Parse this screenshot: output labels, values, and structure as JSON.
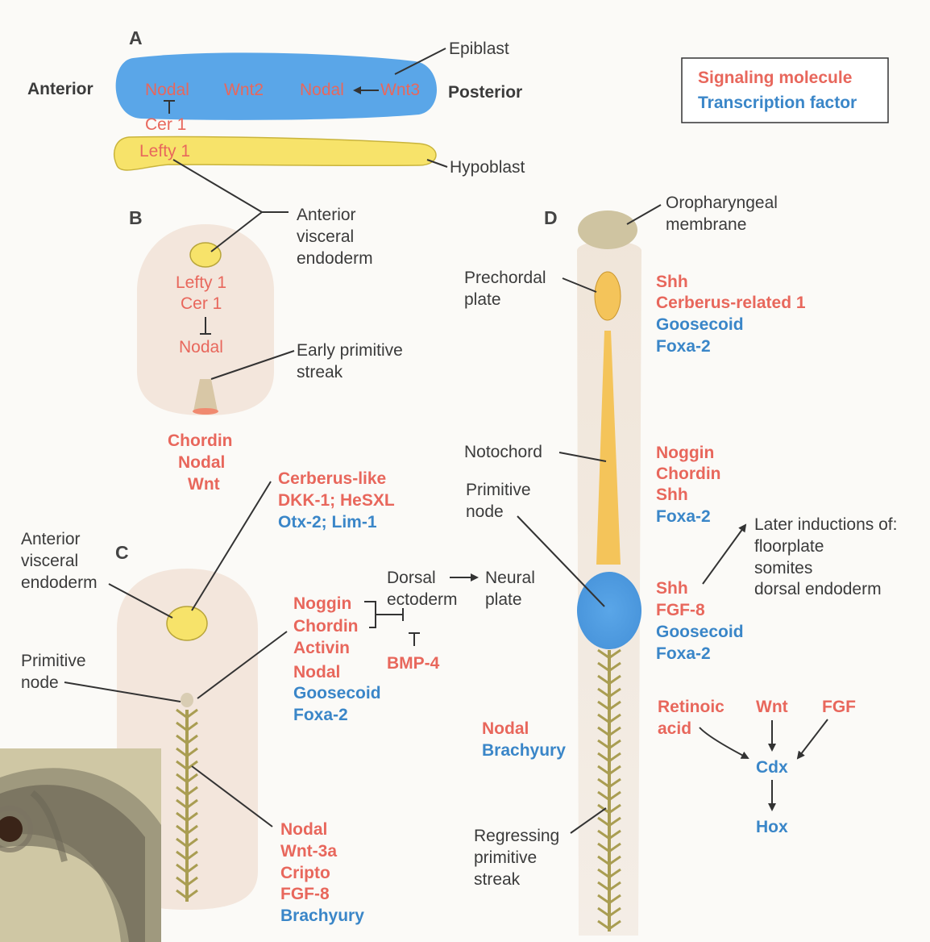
{
  "panels": {
    "a": "A",
    "b": "B",
    "c": "C",
    "d": "D"
  },
  "legend": {
    "signaling": "Signaling molecule",
    "transcription": "Transcription factor"
  },
  "colors": {
    "signaling": "#e8675c",
    "transcription": "#3a86c8",
    "epiblast": "#5aa6e8",
    "hypoblast": "#f7e36a",
    "notochord": "#f4c45a",
    "streak": "#a99d52"
  },
  "a": {
    "anterior": "Anterior",
    "posterior": "Posterior",
    "epiblast": "Epiblast",
    "hypoblast": "Hypoblast",
    "nodal1": "Nodal",
    "wnt2": "Wnt2",
    "nodal2": "Nodal",
    "wnt3": "Wnt3",
    "cer1": "Cer 1",
    "lefty1": "Lefty 1"
  },
  "b": {
    "ave_1": "Anterior",
    "ave_2": "visceral",
    "ave_3": "endoderm",
    "lefty1": "Lefty 1",
    "cer1": "Cer 1",
    "nodal": "Nodal",
    "streak_1": "Early primitive",
    "streak_2": "streak",
    "sig": [
      "Chordin",
      "Nodal",
      "Wnt"
    ]
  },
  "c": {
    "ave_1": "Anterior",
    "ave_2": "visceral",
    "ave_3": "endoderm",
    "top_sig1": "Cerberus-like",
    "top_sig2": "DKK-1; HeSXL",
    "top_tf": "Otx-2; Lim-1",
    "node_1": "Primitive",
    "node_2": "node",
    "node_sig": [
      "Noggin",
      "Chordin",
      "Activin",
      "Nodal"
    ],
    "node_tf": [
      "Goosecoid",
      "Foxa-2"
    ],
    "dorsal": "Dorsal",
    "ectoderm": "ectoderm",
    "neural": "Neural",
    "plate": "plate",
    "bmp4": "BMP-4",
    "streak_sig": [
      "Nodal",
      "Wnt-3a",
      "Cripto",
      "FGF-8"
    ],
    "streak_tf": "Brachyury"
  },
  "d": {
    "oro_1": "Oropharyngeal",
    "oro_2": "membrane",
    "pre_1": "Prechordal",
    "pre_2": "plate",
    "pre_sig": [
      "Shh",
      "Cerberus-related 1"
    ],
    "pre_tf": [
      "Goosecoid",
      "Foxa-2"
    ],
    "notochord": "Notochord",
    "noto_sig": [
      "Noggin",
      "Chordin",
      "Shh"
    ],
    "noto_tf": "Foxa-2",
    "node_1": "Primitive",
    "node_2": "node",
    "node_sig": [
      "Shh",
      "FGF-8"
    ],
    "node_tf": [
      "Goosecoid",
      "Foxa-2"
    ],
    "later": [
      "Later inductions of:",
      "floorplate",
      "somites",
      "dorsal endoderm"
    ],
    "streak_sig": "Nodal",
    "streak_tf": "Brachyury",
    "ra_1": "Retinoic",
    "ra_2": "acid",
    "wnt": "Wnt",
    "fgf": "FGF",
    "cdx": "Cdx",
    "hox": "Hox",
    "regress": [
      "Regressing",
      "primitive",
      "streak"
    ]
  }
}
